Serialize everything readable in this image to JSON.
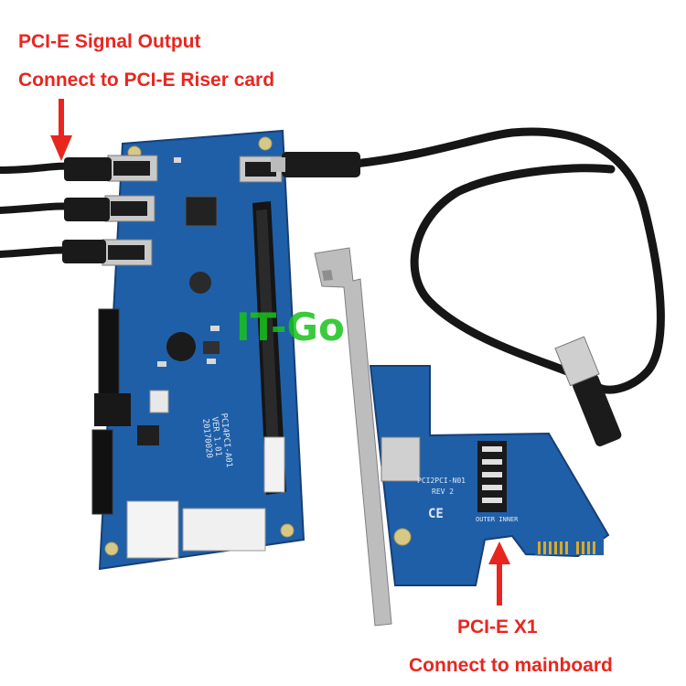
{
  "annotations": {
    "top_line1": "PCI-E Signal Output",
    "top_line2": "Connect to PCI-E Riser card",
    "bottom_line1": "PCI-E X1",
    "bottom_line2": "Connect to mainboard"
  },
  "watermark": {
    "text": "IT-Go",
    "color": "#18c21a"
  },
  "board_labels": {
    "main_model": "PCI4PCI-A01",
    "main_version": "VER 1.01",
    "main_date": "20170020",
    "adapter_model": "PCI2PCI-N01",
    "adapter_rev": "REV 2",
    "adapter_ports": "OUTER INNER",
    "ce_mark": "CE"
  },
  "colors": {
    "annotation_red": "#e8261f",
    "pcb_blue": "#1f5fa8",
    "cable_black": "#161616",
    "bracket_silver": "#bcbcbc",
    "gold_contacts": "#d9a928"
  }
}
